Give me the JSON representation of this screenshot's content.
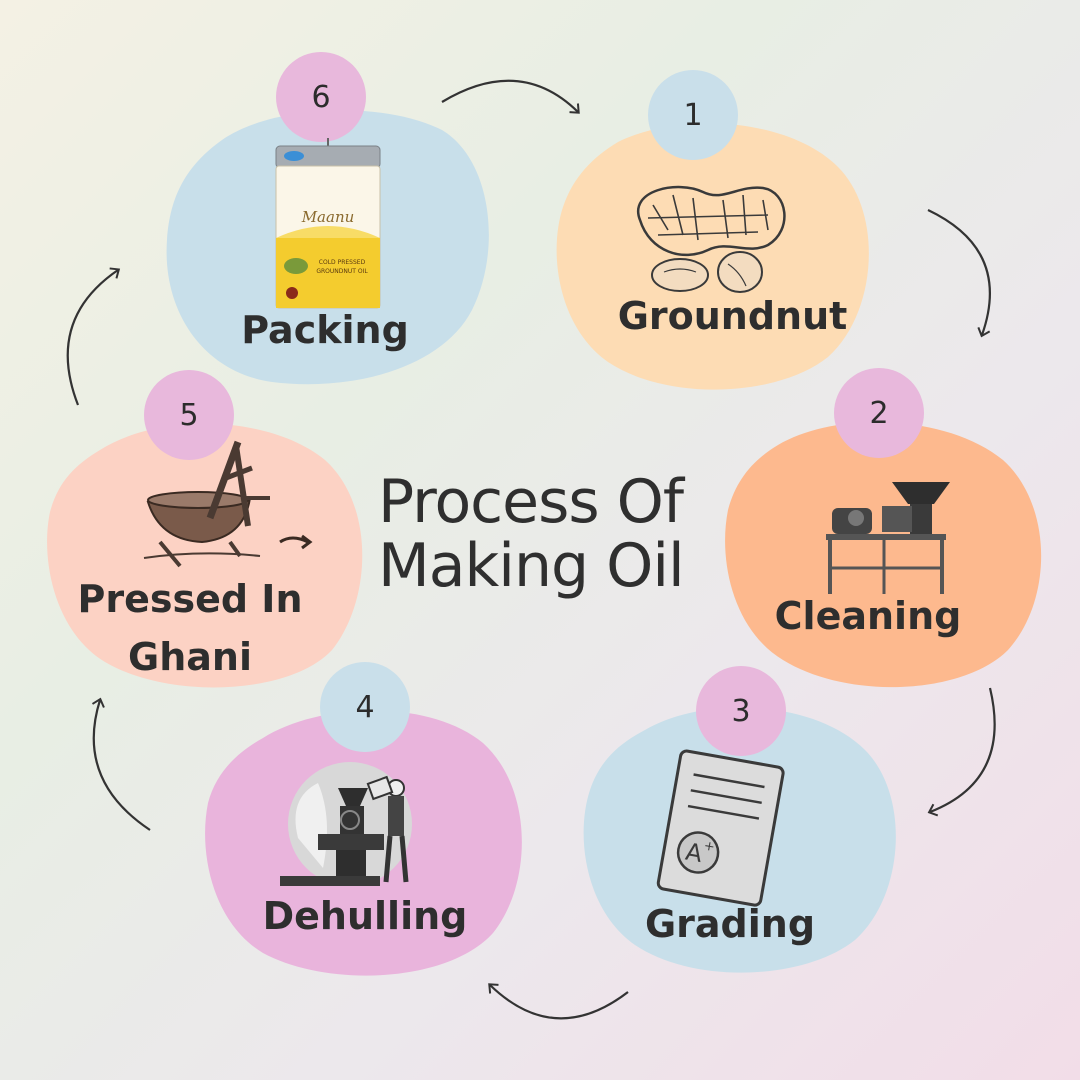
{
  "title": {
    "line1": "Process Of",
    "line2": "Making Oil"
  },
  "steps": [
    {
      "number": "1",
      "label": "Groundnut",
      "illustration": "peanut-icon",
      "blob_color": "#fddcb4",
      "badge_color": "#c9dfea"
    },
    {
      "number": "2",
      "label": "Cleaning",
      "illustration": "cleaning-machine-icon",
      "blob_color": "#fdb98e",
      "badge_color": "#e8b8dc"
    },
    {
      "number": "3",
      "label": "Grading",
      "illustration": "grade-report-icon",
      "blob_color": "#c8dfea",
      "badge_color": "#e8b8dc"
    },
    {
      "number": "4",
      "label": "Dehulling",
      "illustration": "dehulling-machine-icon",
      "blob_color": "#e9b4dc",
      "badge_color": "#c9dfea"
    },
    {
      "number": "5",
      "label": "Pressed In Ghani",
      "illustration": "ghani-press-icon",
      "blob_color": "#fcd2c4",
      "badge_color": "#e8b8dc"
    },
    {
      "number": "6",
      "label": "Packing",
      "illustration": "oil-tin-icon",
      "blob_color": "#c8dfea",
      "badge_color": "#e8b8dc"
    }
  ],
  "packing_tin": {
    "brand": "Maanu",
    "product_line1": "COLD PRESSED",
    "product_line2": "GROUNDNUT OIL"
  },
  "grading_badge": "A",
  "grading_sup": "+"
}
